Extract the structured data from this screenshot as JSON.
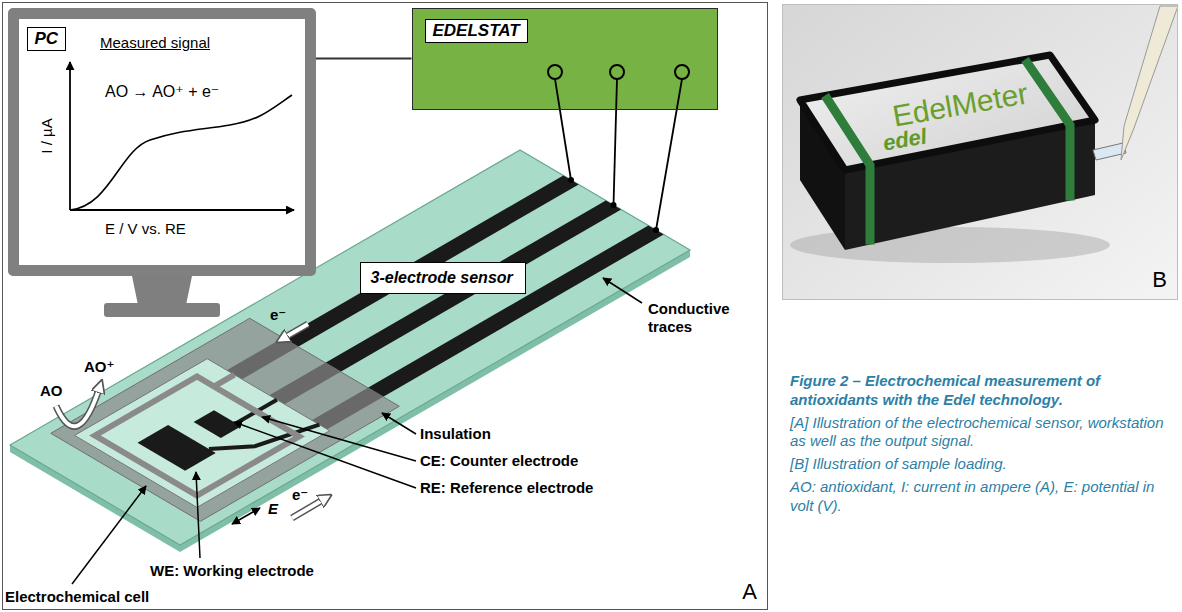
{
  "diagram": {
    "caption": "Figure 2 – Electrochemical measurement of antioxidants with the Edel technology.",
    "nodes": [
      {
        "text": [
          "A"
        ]
      },
      {
        "text": [
          "PC"
        ],
        "in": 0
      },
      {
        "text": [
          "EDELSTAT"
        ],
        "in": 0
      },
      {
        "text": [
          "3-electrode sensor"
        ],
        "in": 0
      },
      {
        "text": [
          "B"
        ]
      }
    ],
    "edges": [
      {
        "from": 1,
        "to": 2,
        "arrow": "none"
      }
    ],
    "labels": [
      "Measured signal",
      "I / µA",
      "AO → AO⁺ + e⁻",
      "E / V vs. RE",
      "AO",
      "AO⁺",
      "e⁻",
      "Conductive traces",
      "Insulation",
      "CE: Counter electrode",
      "RE: Reference electrode",
      "E",
      "e⁻",
      "WE: Working electrode",
      "Electrochemical cell",
      "EdelMeter",
      "edel",
      "[A] Illustration of the electrochemical sensor, workstation as well as the output signal.",
      "[B] Illustration of sample loading.",
      "AO: antioxidant, I: current in ampere (A), E: potential in volt (V)."
    ]
  }
}
